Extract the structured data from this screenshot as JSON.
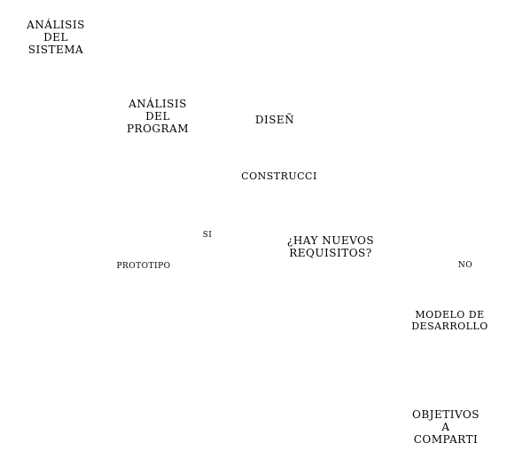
{
  "diagram": {
    "nodes": {
      "analisis_sistema": [
        "ANÁLISIS",
        "DEL",
        "SISTEMA"
      ],
      "analisis_programa": [
        "ANÁLISIS",
        "DEL",
        "PROGRAM"
      ],
      "diseno": "DISEÑ",
      "construccion": "CONSTRUCCI",
      "si": "SI",
      "hay_nuevos": [
        "¿HAY NUEVOS",
        "REQUISITOS?"
      ],
      "prototipo": "PROTOTIPO",
      "no": "NO",
      "modelo_desarrollo": [
        "MODELO DE",
        "DESARROLLO"
      ],
      "objetivos": [
        "OBJETIVOS",
        "A",
        "COMPARTI"
      ]
    }
  }
}
